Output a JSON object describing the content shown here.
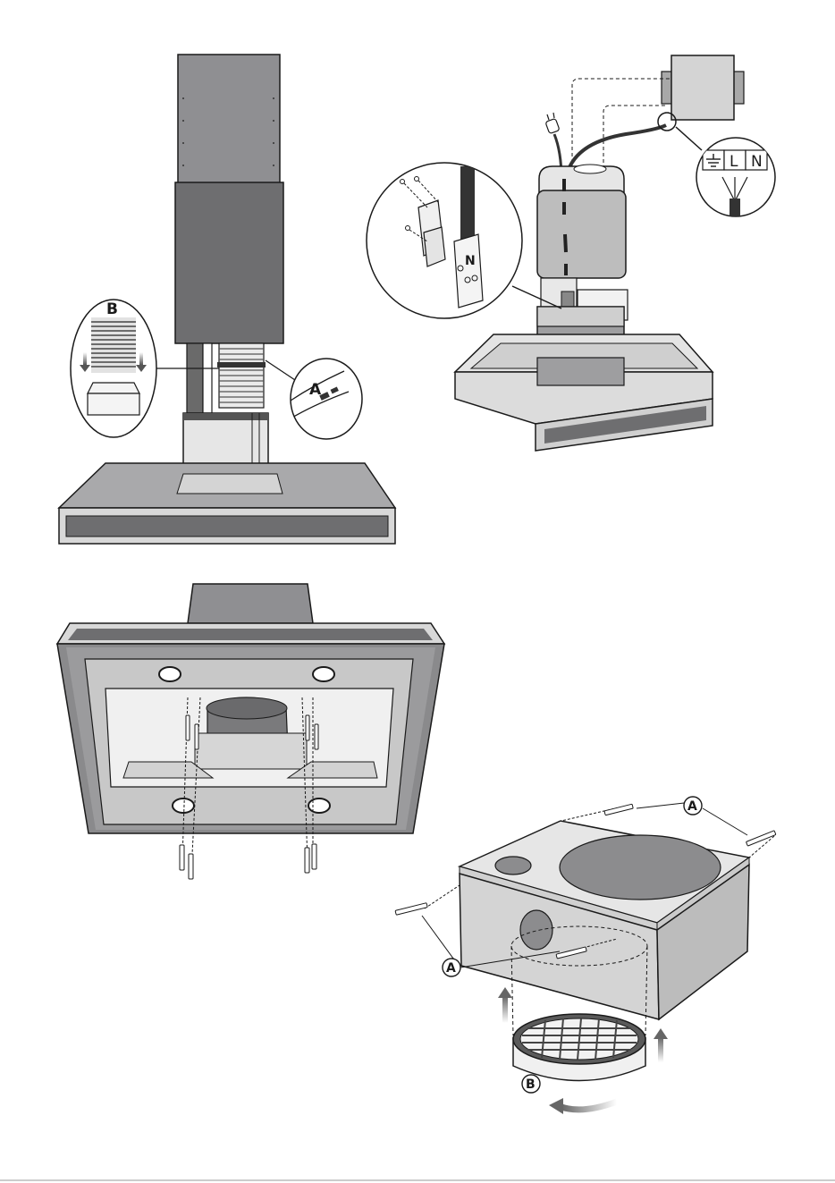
{
  "labels": {
    "fig1_callout_b": "B",
    "fig1_callout_a": "A",
    "fig2_terminal_l": "L",
    "fig2_terminal_n": "N",
    "fig2_block_mark": "N",
    "fig4_label_a_top": "A",
    "fig4_label_a_left": "A",
    "fig4_label_b": "B"
  },
  "icons": {
    "earth": "earth-ground-icon",
    "arrow_down": "arrow-down-icon",
    "arrow_up": "arrow-up-icon",
    "rotate": "rotate-arrow-icon"
  },
  "colors": {
    "line": "#1a1a1a",
    "panel_dark": "#6e6e70",
    "panel_mid": "#9a9a9c",
    "panel_light": "#d8d8d8",
    "panel_pale": "#ececec"
  }
}
